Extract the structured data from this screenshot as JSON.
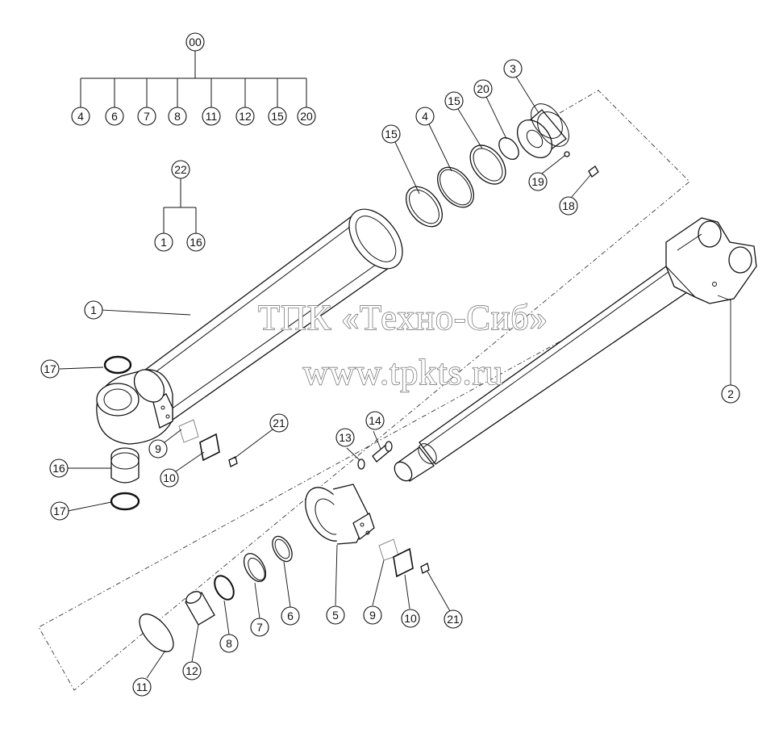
{
  "diagram": {
    "assembly_tree": {
      "root": "00",
      "children": [
        "4",
        "6",
        "7",
        "8",
        "11",
        "12",
        "15",
        "20"
      ]
    },
    "kit_tree": {
      "root": "22",
      "children": [
        "1",
        "16"
      ]
    },
    "callouts": {
      "rod_head_3": "3",
      "ring_15a": "15",
      "ring_4": "4",
      "ring_15b": "15",
      "ring_20": "20",
      "screw_19": "19",
      "screw_18": "18",
      "cylinder_1": "1",
      "rod_2": "2",
      "seal_17a": "17",
      "seal_17b": "17",
      "bushing_16": "16",
      "gasket_9a": "9",
      "plate_10a": "10",
      "bolt_21a": "21",
      "washer_13": "13",
      "bolt_14": "14",
      "gland_5": "5",
      "gasket_9b": "9",
      "plate_10b": "10",
      "bolt_21b": "21",
      "ring_6": "6",
      "ring_7": "7",
      "ring_8": "8",
      "bushing_12": "12",
      "oring_11": "11"
    },
    "watermark": {
      "line1": "ТПК «Техно-Сиб»",
      "line2": "www.tpkts.ru"
    }
  }
}
